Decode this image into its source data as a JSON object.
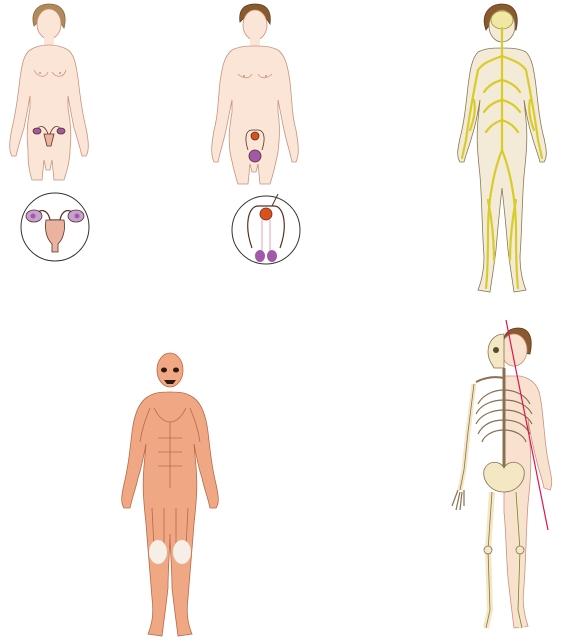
{
  "figures": [
    {
      "id": "female-reproductive",
      "subject": "female-body",
      "detail": "uterus-ovaries-inset"
    },
    {
      "id": "male-reproductive",
      "subject": "male-body",
      "detail": "testes-inset"
    },
    {
      "id": "nervous-system",
      "subject": "nervous-system-body"
    },
    {
      "id": "muscular-system",
      "subject": "muscle-body"
    },
    {
      "id": "skeletal-system",
      "subject": "half-skeleton-body",
      "cut_line_color": "#e0144c"
    }
  ],
  "colors": {
    "skin": "#f9e1cf",
    "skin_line": "#c9937a",
    "hair_female": "#b08a5a",
    "hair_male": "#8a5a2e",
    "organ_pink": "#eab39f",
    "organ_purple": "#a05aa8",
    "nerve": "#d8cc2a",
    "muscle": "#f0a884",
    "bone": "#f3e7c4",
    "cut_line": "#e0144c"
  }
}
